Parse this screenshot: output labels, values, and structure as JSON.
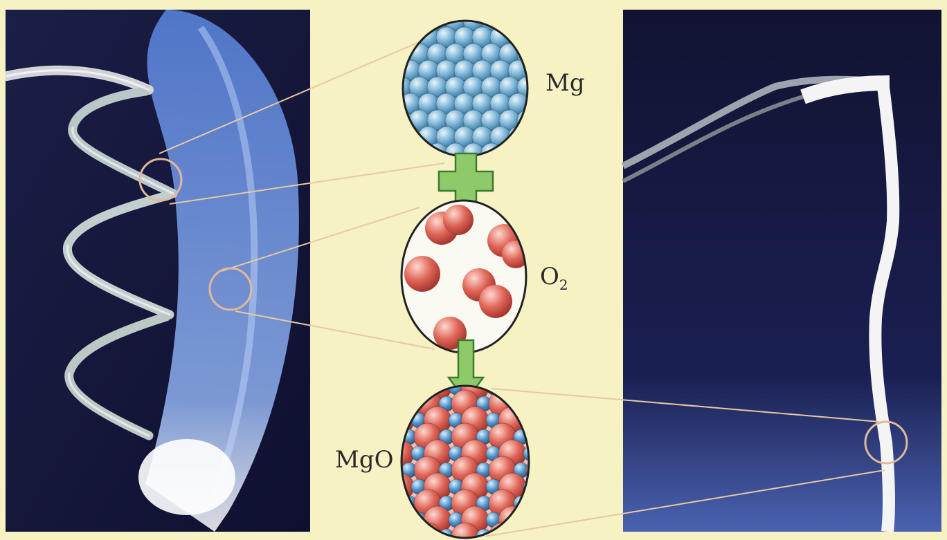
{
  "labels": {
    "mg": "Mg",
    "o2_main": "O",
    "o2_sub": "2",
    "mgo": "MgO"
  },
  "colors": {
    "background": "#f6f2c4",
    "photo_dark": "#15163a",
    "flame_blue": "#4f7fd8",
    "mg_atom": "#7fb6d8",
    "o_atom": "#e0675a",
    "arrow_green": "#8dcb6a",
    "ribbon_white": "#f4f4f4",
    "callout_line": "#e6c9a4"
  },
  "icons": {
    "plus": "plus-icon",
    "arrow": "arrow-down-icon"
  }
}
